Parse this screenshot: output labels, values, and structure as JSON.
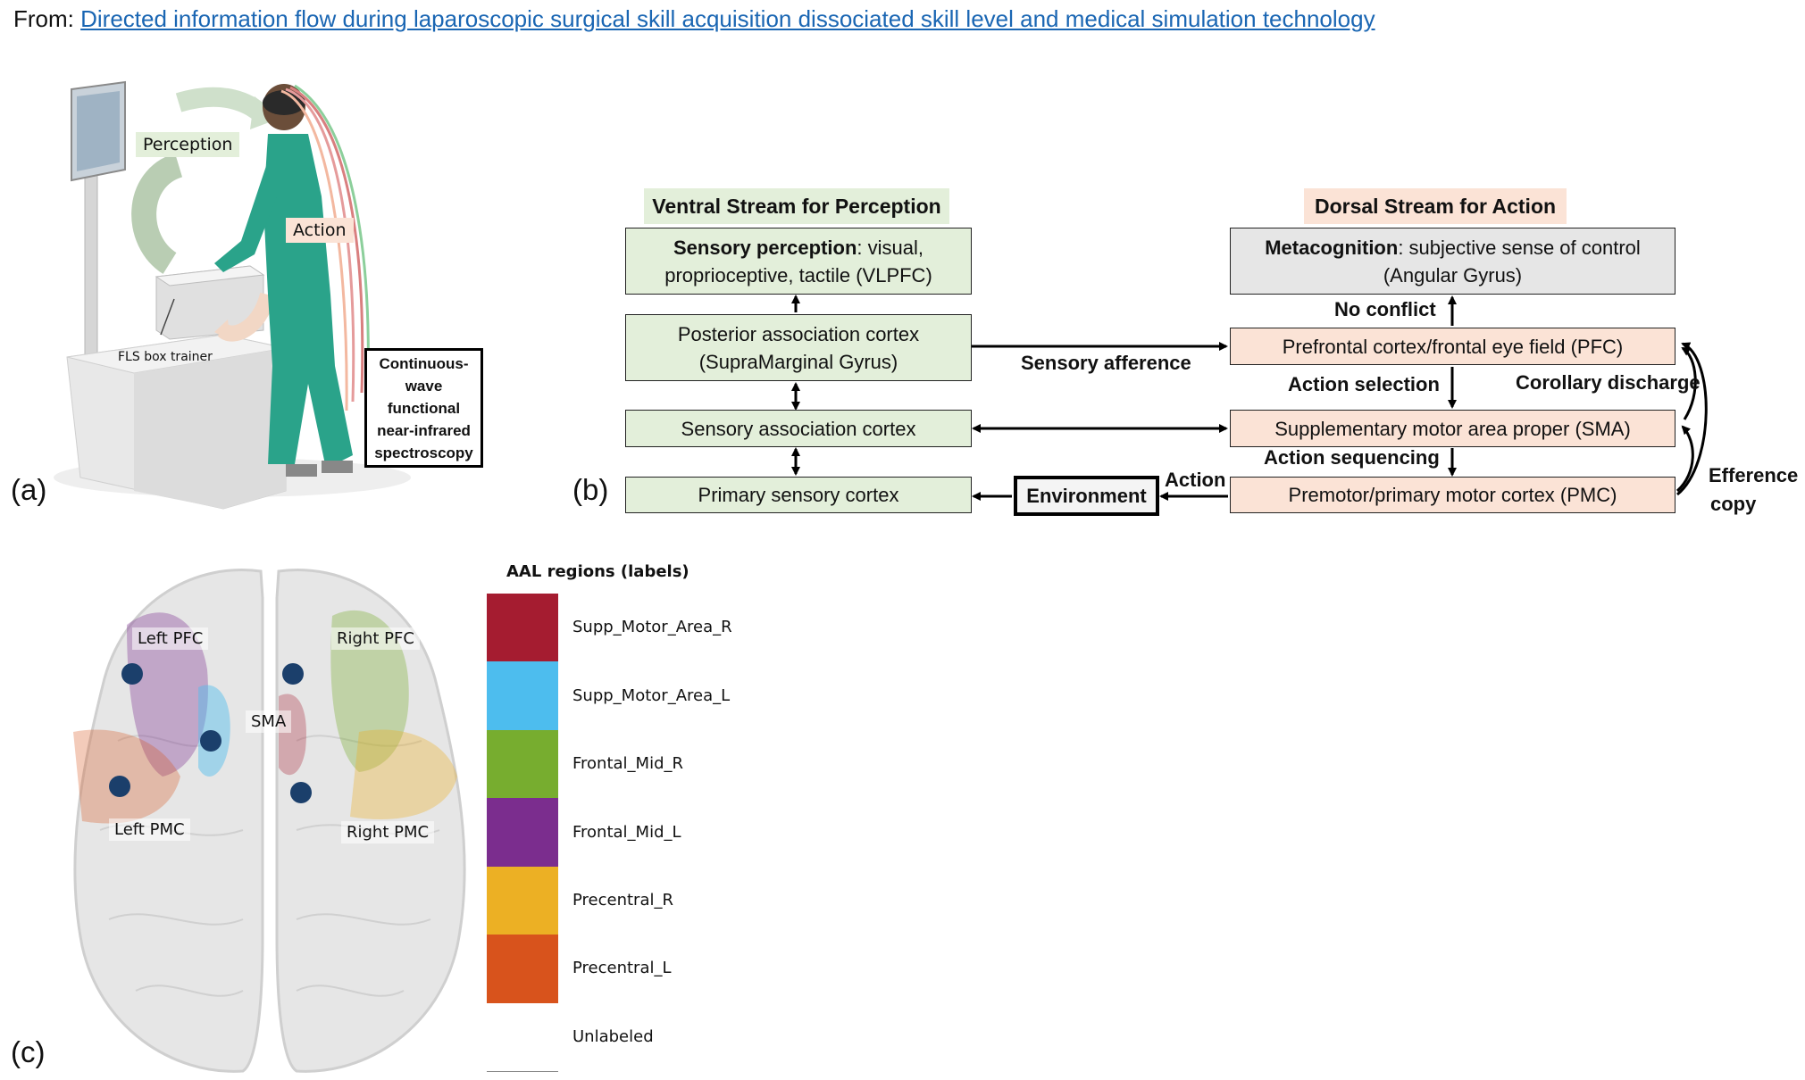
{
  "header": {
    "prefix": "From: ",
    "link_text": "Directed information flow during laparoscopic surgical skill acquisition dissociated skill level and medical simulation technology"
  },
  "panel_a": {
    "letter": "(a)",
    "perception": "Perception",
    "action": "Action",
    "trainer": "FLS box trainer",
    "fnirs_lines": [
      "Continuous-",
      "wave",
      "functional",
      "near-infrared",
      "spectroscopy"
    ]
  },
  "panel_b": {
    "letter": "(b)",
    "ventral_header": "Ventral Stream for Perception",
    "dorsal_header": "Dorsal Stream for Action",
    "sensory_perception_bold": "Sensory perception",
    "sensory_perception_rest_1": ": visual,",
    "sensory_perception_rest_2": "proprioceptive, tactile (VLPFC)",
    "posterior_1": "Posterior association cortex",
    "posterior_2": "(SupraMarginal Gyrus)",
    "sensory_assoc": "Sensory association cortex",
    "primary_sensory": "Primary sensory cortex",
    "environment": "Environment",
    "metacognition_bold": "Metacognition",
    "metacognition_rest_1": ": subjective sense of control",
    "metacognition_rest_2": "(Angular Gyrus)",
    "pfc": "Prefrontal cortex/frontal eye field (PFC)",
    "sma": "Supplementary motor area proper (SMA)",
    "pmc": "Premotor/primary motor cortex (PMC)",
    "no_conflict": "No conflict",
    "sensory_afference": "Sensory afference",
    "action_selection": "Action selection",
    "corollary_discharge": "Corollary discharge",
    "action_sequencing": "Action sequencing",
    "action": "Action",
    "efference_1": "Efference",
    "efference_2": "copy"
  },
  "panel_c": {
    "letter": "(c)",
    "left_pfc": "Left PFC",
    "right_pfc": "Right PFC",
    "sma": "SMA",
    "left_pmc": "Left PMC",
    "right_pmc": "Right PMC",
    "legend_title": "AAL regions (labels)",
    "legend": [
      {
        "label": "Supp_Motor_Area_R",
        "color": "#a51c30"
      },
      {
        "label": "Supp_Motor_Area_L",
        "color": "#4dbdee"
      },
      {
        "label": "Frontal_Mid_R",
        "color": "#77ad2f"
      },
      {
        "label": "Frontal_Mid_L",
        "color": "#7b2d8e"
      },
      {
        "label": "Precentral_R",
        "color": "#ecb024"
      },
      {
        "label": "Precentral_L",
        "color": "#d8531c"
      },
      {
        "label": "Unlabeled",
        "color": "#ffffff"
      }
    ]
  }
}
